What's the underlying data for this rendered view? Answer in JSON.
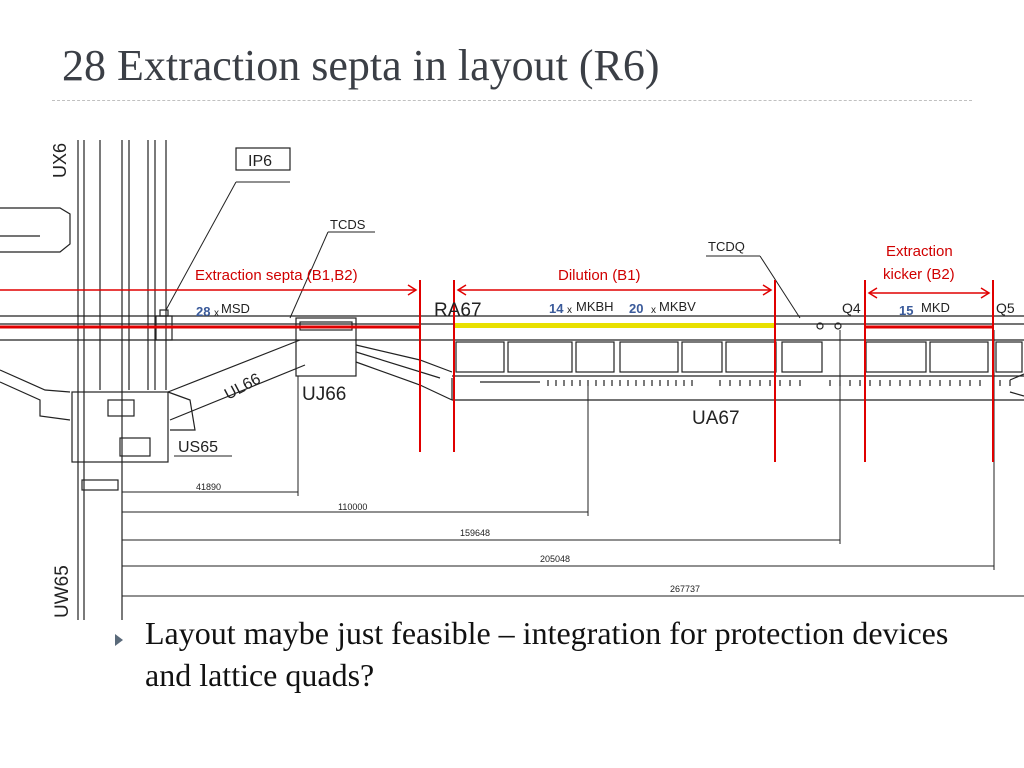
{
  "slide": {
    "title": "28 Extraction septa in layout (R6)",
    "bullet": "Layout maybe just feasible – integration for protection devices and lattice quads?"
  },
  "diagram": {
    "labels": {
      "ux6": "UX6",
      "ip6": "IP6",
      "tcds": "TCDS",
      "tcdq": "TCDQ",
      "ra67": "RA67",
      "ul66": "UL66",
      "uj66": "UJ66",
      "us65": "US65",
      "ua67": "UA67",
      "uw65": "UW65",
      "q4": "Q4",
      "q5": "Q5"
    },
    "annotations": {
      "septa": "Extraction septa (B1,B2)",
      "dilution": "Dilution (B1)",
      "kicker_line1": "Extraction",
      "kicker_line2": "kicker (B2)"
    },
    "magnets": {
      "msd_count": "28",
      "msd_name": "MSD",
      "mkbh_count": "14",
      "mkbh_name": "MKBH",
      "mkbv_count": "20",
      "mkbv_name": "MKBV",
      "mkd_count": "15",
      "mkd_name": "MKD",
      "times": "x"
    },
    "dimensions": [
      "41890",
      "110000",
      "159648",
      "205048",
      "267737"
    ],
    "colors": {
      "beam_line": "#e00000",
      "annotation_text": "#d00000",
      "magnet_count_text": "#3a5a9a",
      "dilution_band": "#e8e000",
      "drawing": "#222222"
    }
  }
}
